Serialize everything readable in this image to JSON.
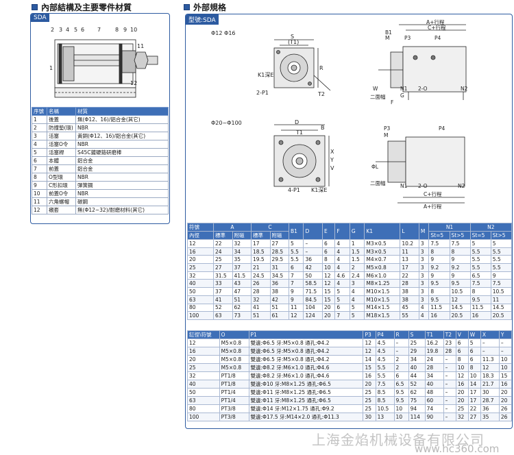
{
  "left": {
    "title": "內部結構及主要零件材質",
    "tag": "SDA",
    "numbers": [
      "2",
      "3",
      "4",
      "5",
      "6",
      "7",
      "8",
      "9",
      "10",
      "1",
      "11",
      "12"
    ],
    "parts_headers": [
      "序號",
      "名稱",
      "材質"
    ],
    "parts": [
      [
        "1",
        "後蓋",
        "無(Φ12、16)/鋁合金(其它)"
      ],
      [
        "2",
        "防撞墊(環)",
        "NBR"
      ],
      [
        "3",
        "活塞",
        "黃銅(Φ12、16)/鋁合金(其它)"
      ],
      [
        "4",
        "活塞O令",
        "NBR"
      ],
      [
        "5",
        "活塞桿",
        "S45C鍍硬鉻研磨棒"
      ],
      [
        "6",
        "本體",
        "鋁合金"
      ],
      [
        "7",
        "前蓋",
        "鋁合金"
      ],
      [
        "8",
        "O型環",
        "NBR"
      ],
      [
        "9",
        "C形扣環",
        "彈簧鋼"
      ],
      [
        "10",
        "前蓋O令",
        "NBR"
      ],
      [
        "11",
        "六角螺帽",
        "碳鋼"
      ],
      [
        "12",
        "襯套",
        "無(Φ12~32)/耐磨材料(其它)"
      ]
    ]
  },
  "right": {
    "title": "外部規格",
    "tag": "型號:SDA",
    "d1": "Φ12 Φ16",
    "d2": "Φ20~Φ100",
    "dims": {
      "s": "S",
      "t1": "(T1)",
      "r": "R",
      "k1": "K1深E",
      "p1": "2-P1",
      "t2": "T2",
      "a": "A+行程",
      "c": "C+行程",
      "b1": "B1",
      "m": "M",
      "p3": "P3",
      "p4": "P4",
      "n1": "N1",
      "o": "2-O",
      "n2": "N2",
      "w": "W",
      "g": "G",
      "f": "F",
      "flat": "二面幅",
      "d": "D",
      "b": "B",
      "t1b": "T1",
      "x": "X",
      "y": "Y",
      "v": "V",
      "p4b": "4-P1",
      "k1b": "K1深E",
      "phil": "ΦL",
      "p3b": "P3",
      "mb": "M",
      "p4c": "P4",
      "n1b": "N1",
      "ob": "2-O",
      "n2b": "N2",
      "flatb": "二面幅",
      "cb": "C+行程",
      "ab": "A+行程"
    },
    "t1_head": {
      "a": "符號",
      "b": "內徑",
      "A": "A",
      "C": "C",
      "B1": "B1",
      "D": "D",
      "E": "E",
      "F": "F",
      "G": "G",
      "K1": "K1",
      "L": "L",
      "M": "M",
      "N1": "N1",
      "N2": "N2",
      "std": "標準",
      "mag": "附磁",
      "st5a": "St=5",
      "st5b": "St>5"
    },
    "t1_rows": [
      [
        "12",
        "22",
        "32",
        "17",
        "27",
        "5",
        "–",
        "6",
        "4",
        "1",
        "M3×0.5",
        "10.2",
        "3",
        "7.5",
        "7.5",
        "5",
        "5"
      ],
      [
        "16",
        "24",
        "34",
        "18.5",
        "28.5",
        "5.5",
        "–",
        "6",
        "4",
        "1.5",
        "M3×0.5",
        "11",
        "3",
        "8",
        "8",
        "5.5",
        "5.5"
      ],
      [
        "20",
        "25",
        "35",
        "19.5",
        "29.5",
        "5.5",
        "36",
        "8",
        "4",
        "1.5",
        "M4×0.7",
        "13",
        "3",
        "9",
        "9",
        "5.5",
        "5.5"
      ],
      [
        "25",
        "27",
        "37",
        "21",
        "31",
        "6",
        "42",
        "10",
        "4",
        "2",
        "M5×0.8",
        "17",
        "3",
        "9.2",
        "9.2",
        "5.5",
        "5.5"
      ],
      [
        "32",
        "31.5",
        "41.5",
        "24.5",
        "34.5",
        "7",
        "50",
        "12",
        "4.6",
        "2.4",
        "M6×1.0",
        "22",
        "3",
        "9",
        "9",
        "6.5",
        "9"
      ],
      [
        "40",
        "33",
        "43",
        "26",
        "36",
        "7",
        "58.5",
        "12",
        "4",
        "3",
        "M8×1.25",
        "28",
        "3",
        "9.5",
        "9.5",
        "7.5",
        "7.5"
      ],
      [
        "50",
        "37",
        "47",
        "28",
        "38",
        "9",
        "71.5",
        "15",
        "5",
        "4",
        "M10×1.5",
        "38",
        "3",
        "8",
        "10.5",
        "8",
        "10.5"
      ],
      [
        "63",
        "41",
        "51",
        "32",
        "42",
        "9",
        "84.5",
        "15",
        "5",
        "4",
        "M10×1.5",
        "38",
        "3",
        "9.5",
        "12",
        "9.5",
        "11"
      ],
      [
        "80",
        "52",
        "62",
        "41",
        "51",
        "11",
        "104",
        "20",
        "6",
        "5",
        "M14×1.5",
        "45",
        "4",
        "11.5",
        "14.5",
        "11.5",
        "14.5"
      ],
      [
        "100",
        "63",
        "73",
        "51",
        "61",
        "12",
        "124",
        "20",
        "7",
        "5",
        "M18×1.5",
        "55",
        "4",
        "16",
        "20.5",
        "16",
        "20.5"
      ]
    ],
    "t2_head": [
      "缸徑\\符號",
      "O",
      "P1",
      "P3",
      "P4",
      "R",
      "S",
      "T1",
      "T2",
      "V",
      "W",
      "X",
      "Y"
    ],
    "t2_rows": [
      [
        "12",
        "M5×0.8",
        "雙邊:Φ6.5 牙:M5×0.8 通孔:Φ4.2",
        "12",
        "4.5",
        "–",
        "25",
        "16.2",
        "23",
        "6",
        "5",
        "–",
        "–"
      ],
      [
        "16",
        "M5×0.8",
        "雙邊:Φ6.5 牙:M5×0.8 通孔:Φ4.2",
        "12",
        "4.5",
        "–",
        "29",
        "19.8",
        "28",
        "6",
        "6",
        "–",
        "–"
      ],
      [
        "20",
        "M5×0.8",
        "雙邊:Φ6.5 牙:M5×0.8 通孔:Φ4.2",
        "14",
        "4.5",
        "2",
        "34",
        "24",
        "–",
        "8",
        "6",
        "11.3",
        "10"
      ],
      [
        "25",
        "M5×0.8",
        "雙邊:Φ8.2 牙:M6×1.0 通孔:Φ4.6",
        "15",
        "5.5",
        "2",
        "40",
        "28",
        "–",
        "10",
        "8",
        "12",
        "10"
      ],
      [
        "32",
        "PT1/8",
        "雙邊:Φ8.2 牙:M6×1.0 通孔:Φ4.6",
        "16",
        "5.5",
        "6",
        "44",
        "34",
        "–",
        "12",
        "10",
        "18.3",
        "15"
      ],
      [
        "40",
        "PT1/8",
        "雙邊:Φ10 牙:M8×1.25 通孔:Φ6.5",
        "20",
        "7.5",
        "6.5",
        "52",
        "40",
        "–",
        "16",
        "14",
        "21.7",
        "16"
      ],
      [
        "50",
        "PT1/4",
        "雙邊:Φ11 牙:M8×1.25 通孔:Φ6.5",
        "25",
        "8.5",
        "9.5",
        "62",
        "48",
        "–",
        "20",
        "17",
        "30",
        "20"
      ],
      [
        "63",
        "PT1/4",
        "雙邊:Φ11 牙:M8×1.25 通孔:Φ6.5",
        "25",
        "8.5",
        "9.5",
        "75",
        "60",
        "–",
        "20",
        "17",
        "28.7",
        "20"
      ],
      [
        "80",
        "PT3/8",
        "雙邊:Φ14 牙:M12×1.75 通孔:Φ9.2",
        "25",
        "10.5",
        "10",
        "94",
        "74",
        "–",
        "25",
        "22",
        "36",
        "26"
      ],
      [
        "100",
        "PT3/8",
        "雙邊:Φ17.5 牙:M14×2.0 通孔:Φ11.3",
        "30",
        "13",
        "10",
        "114",
        "90",
        "–",
        "32",
        "27",
        "35",
        "26"
      ]
    ]
  },
  "watermark": "上海金焰机械设备有限公司",
  "watermark_url": "www.hc360.com",
  "colors": {
    "header_blue": "#3e6fb7",
    "border_blue": "#2c5aa0"
  }
}
